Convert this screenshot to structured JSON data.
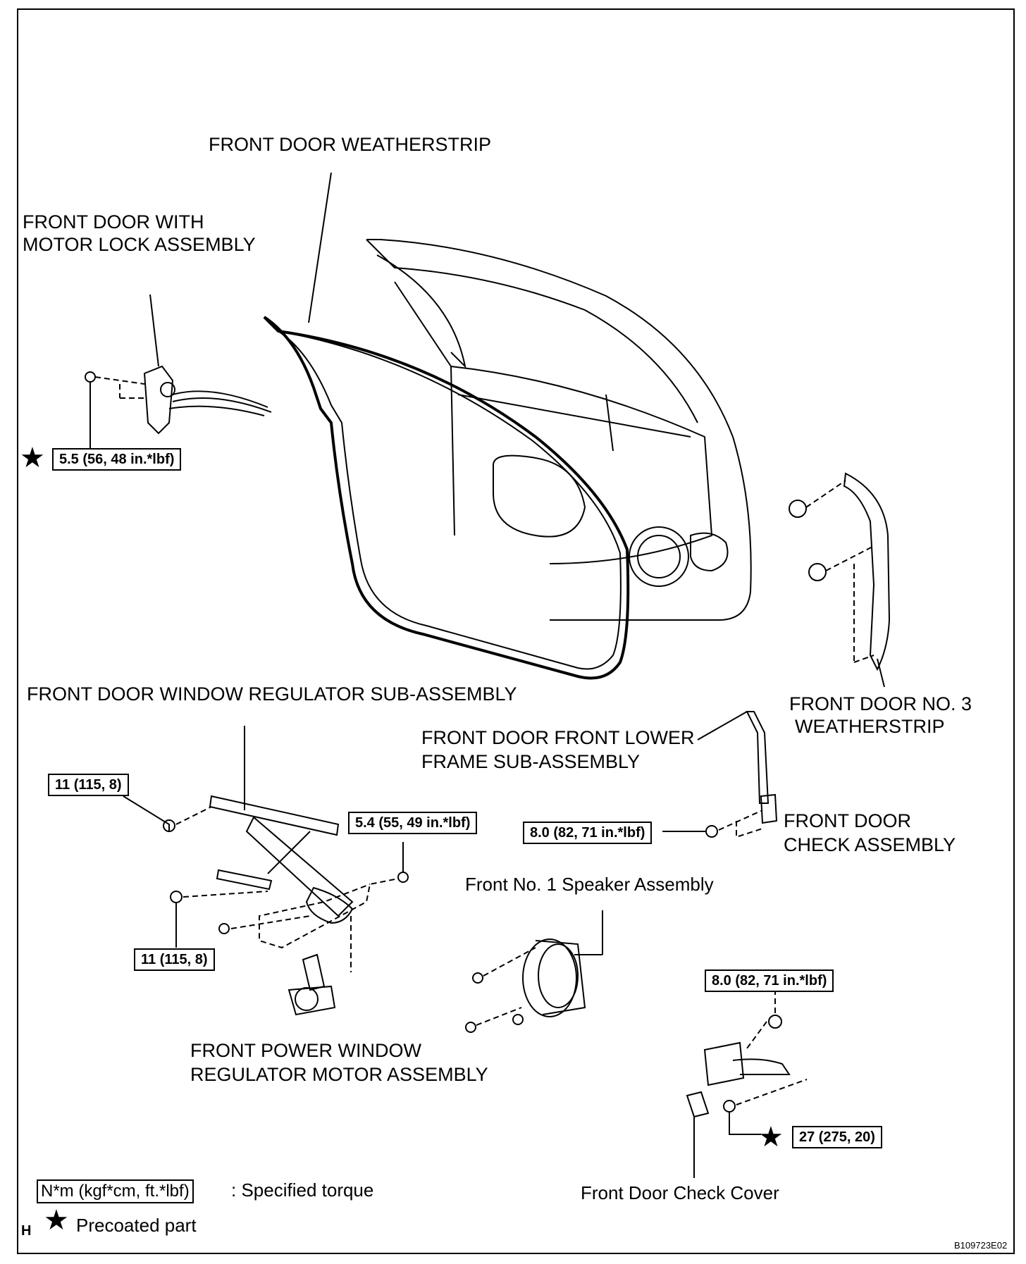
{
  "labels": {
    "weatherstrip": "FRONT DOOR WEATHERSTRIP",
    "lock_l1": "FRONT DOOR WITH",
    "lock_l2": "MOTOR LOCK ASSEMBLY",
    "regulator": "FRONT DOOR WINDOW REGULATOR SUB-ASSEMBLY",
    "no3_l1": "FRONT DOOR NO. 3",
    "no3_l2": "WEATHERSTRIP",
    "lower_frame_l1": "FRONT DOOR FRONT LOWER",
    "lower_frame_l2": "FRAME SUB-ASSEMBLY",
    "check_l1": "FRONT DOOR",
    "check_l2": "CHECK ASSEMBLY",
    "speaker": "Front No. 1 Speaker Assembly",
    "motor_l1": "FRONT POWER WINDOW",
    "motor_l2": "REGULATOR MOTOR ASSEMBLY",
    "check_cover": "Front Door Check Cover"
  },
  "torques": {
    "lock": "5.5 (56, 48 in.*lbf)",
    "reg_top": "11 (115, 8)",
    "reg_right": "5.4 (55, 49 in.*lbf)",
    "reg_bottom": "11 (115, 8)",
    "frame": "8.0 (82, 71 in.*lbf)",
    "check_top": "8.0 (82, 71 in.*lbf)",
    "check_bottom": "27 (275, 20)"
  },
  "legend": {
    "torque_sample": "N*m (kgf*cm, ft.*lbf)",
    "torque_text": ": Specified torque",
    "precoat_text": "Precoated part",
    "corner_letter": "H"
  },
  "figure_code": "B109723E02"
}
